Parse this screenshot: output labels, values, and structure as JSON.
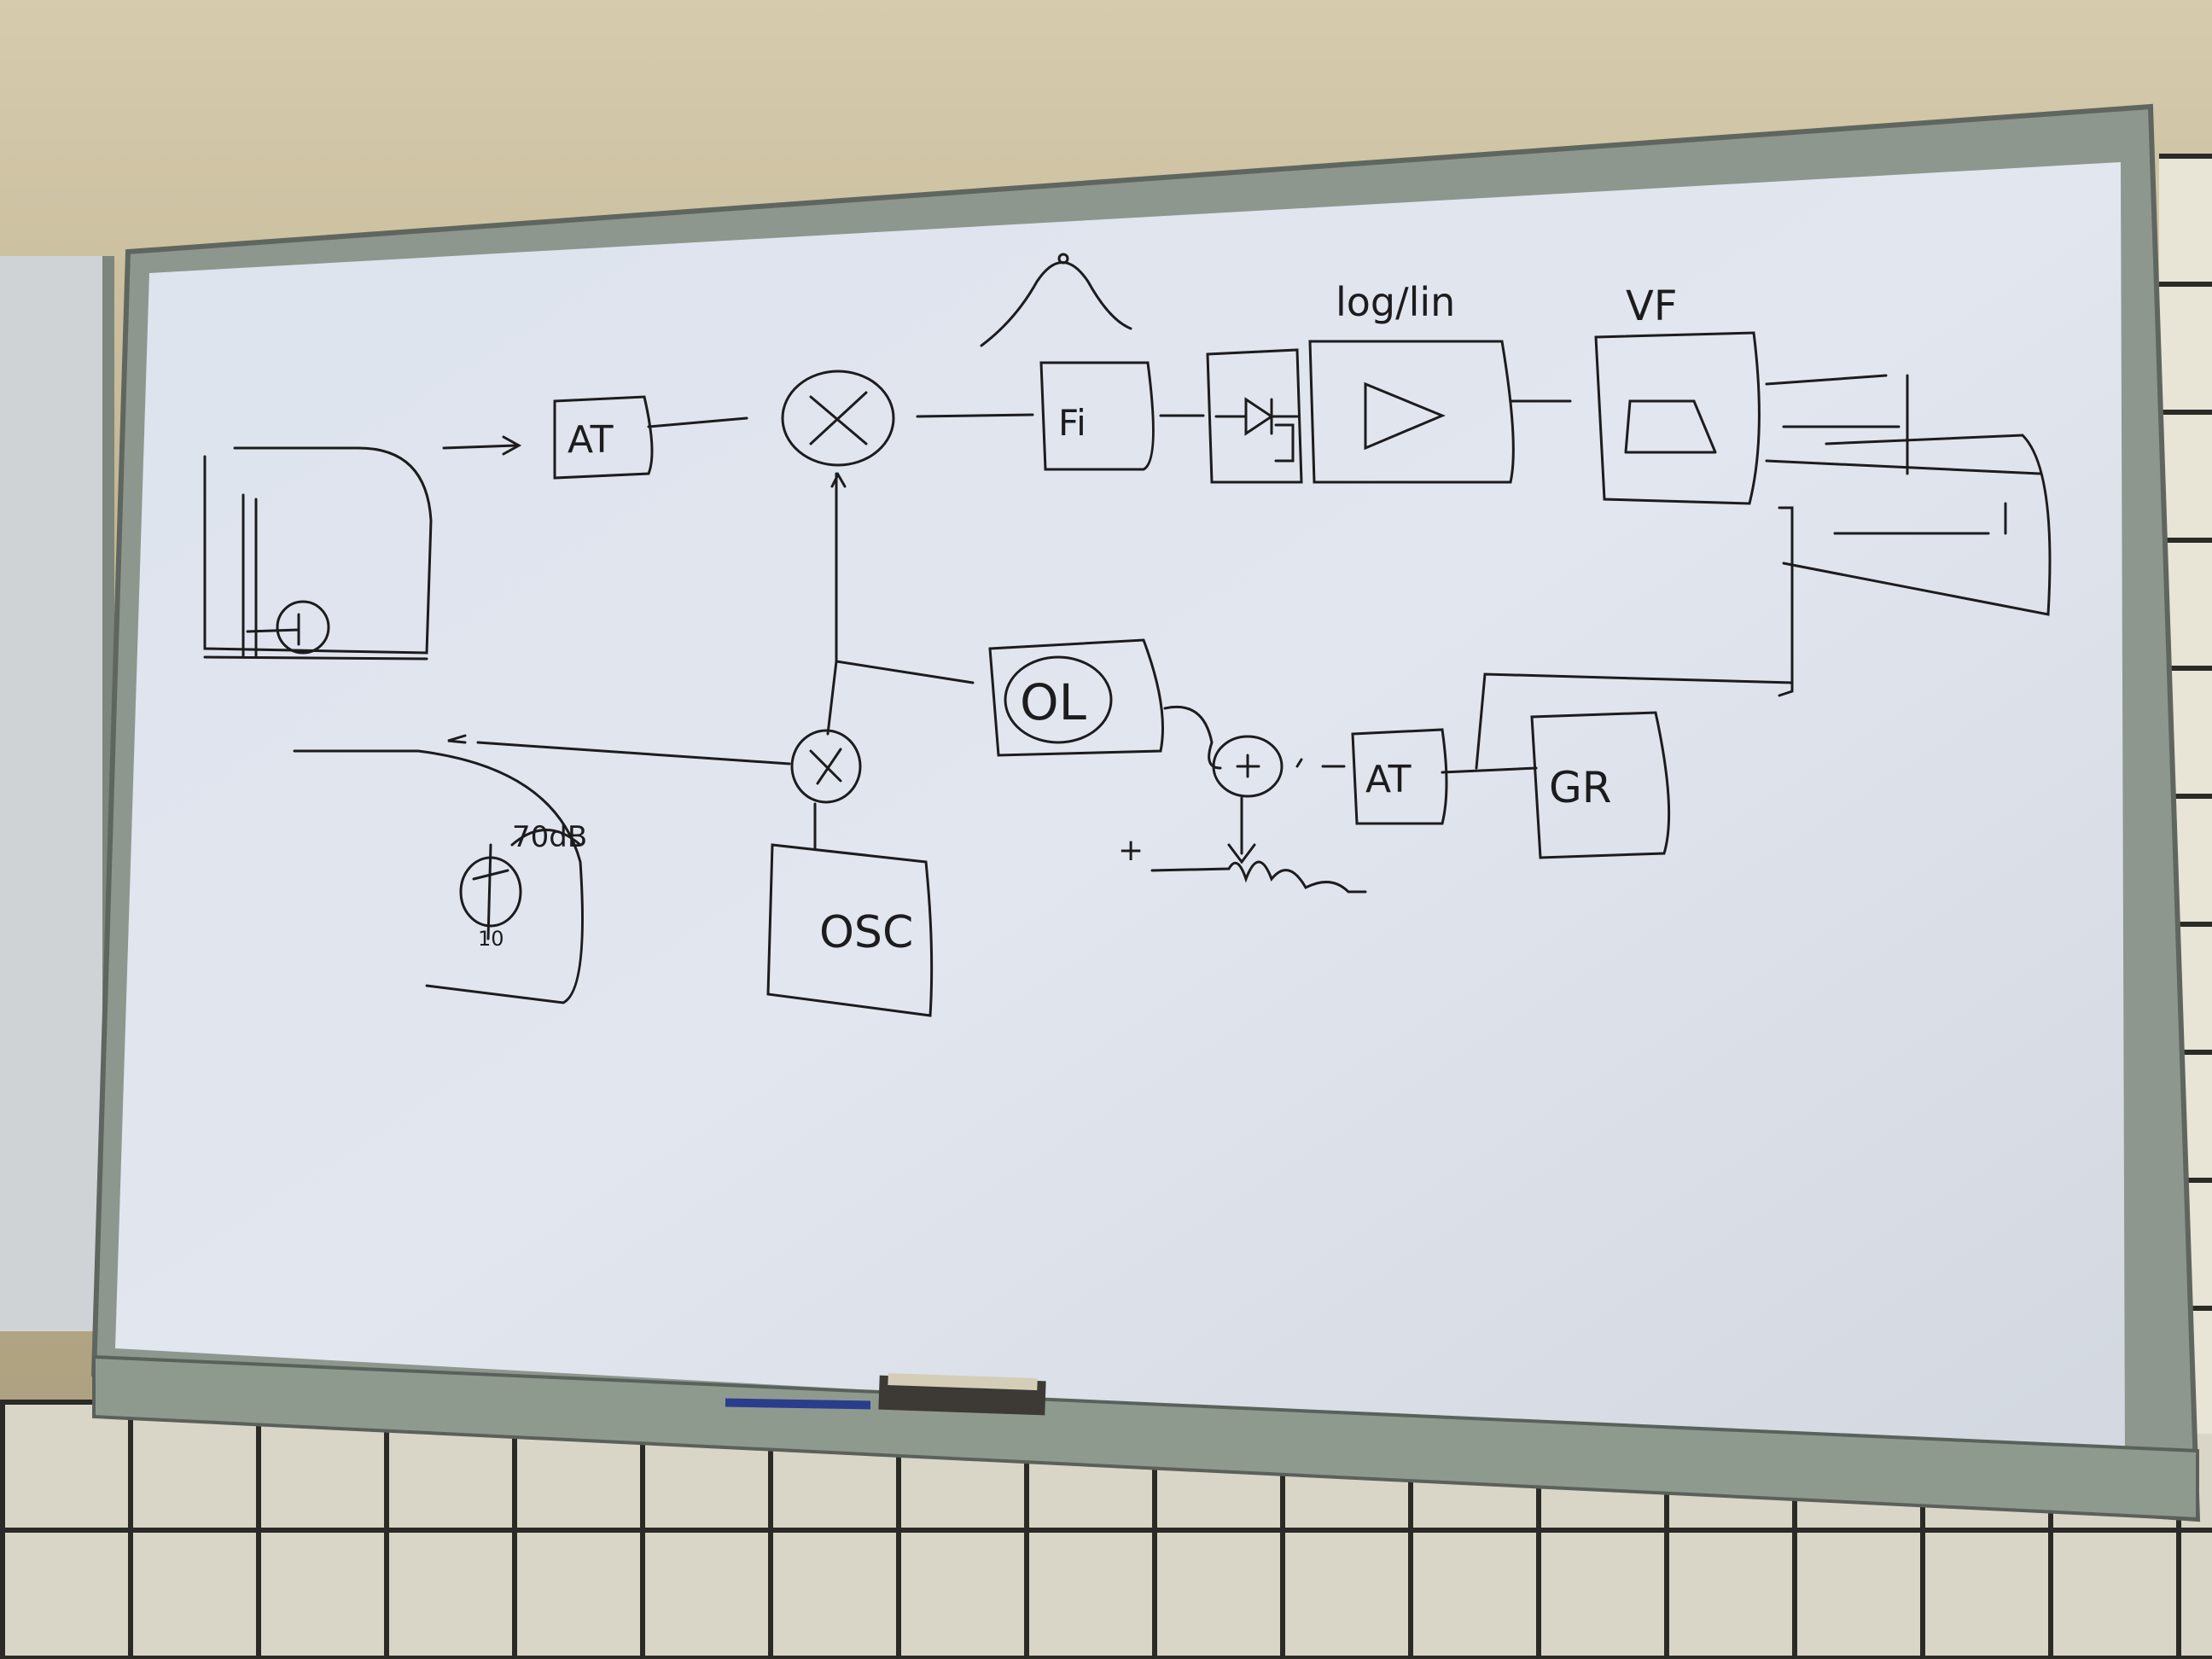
{
  "board": {
    "labels": {
      "at_top": "AT",
      "fi": "Fi",
      "loglin": "log/lin",
      "vf": "VF",
      "ol": "OL",
      "at_bottom": "AT",
      "gr": "GR",
      "osc": "OSC",
      "plus": "+",
      "plus_left": "+",
      "dbs": "70dB",
      "dial_value": "10"
    }
  },
  "colors": {
    "marker": "#1c1c1e",
    "board": "#dfe4ec",
    "frame": "#8a938a"
  }
}
